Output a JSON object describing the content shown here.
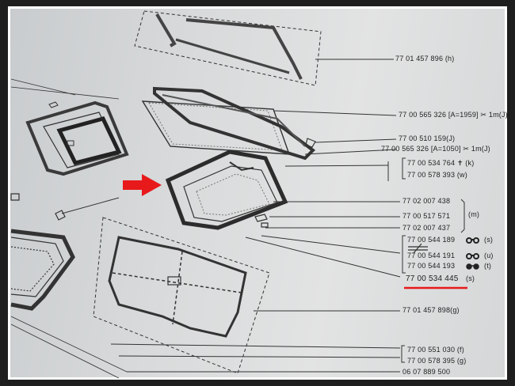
{
  "colors": {
    "paper": "#d9dbdc",
    "ink": "#222222",
    "highlight": "#e8191b"
  },
  "labels": {
    "p1": "77 01 457 896 (h)",
    "p2": "77 00 565 326 [A=1959] ✂ 1m(J)",
    "p3": "77 00 510 159(J)",
    "p4": "77 00 565 326 [A=1050] ✂ 1m(J)",
    "p5": "77 00 534 764 ✝ (k)",
    "p6": "77 00 578 393 (w)",
    "p7": "77 02 007 438",
    "p8": "77 00 517 571",
    "p8_group": "(m)",
    "p9": "77 02 007 437",
    "p10": "77 00 544 189",
    "p10_sfx": "(s)",
    "p11": "77 00 544 191",
    "p11_sfx": "(u)",
    "p12": "77 00 544 193",
    "p12_sfx": "(t)",
    "p13": "77 00 534 445",
    "p13_sfx": "(s)",
    "p14": "77 01 457 898(g)",
    "p15": "77 00 551 030 (f)",
    "p16": "77 00 578 395 (g)",
    "p17": "06 07 889 500"
  },
  "icons": {
    "highlight_arrow": "red-arrow-icon",
    "glasses": "glasses-icon",
    "scissors": "scissors-icon"
  }
}
